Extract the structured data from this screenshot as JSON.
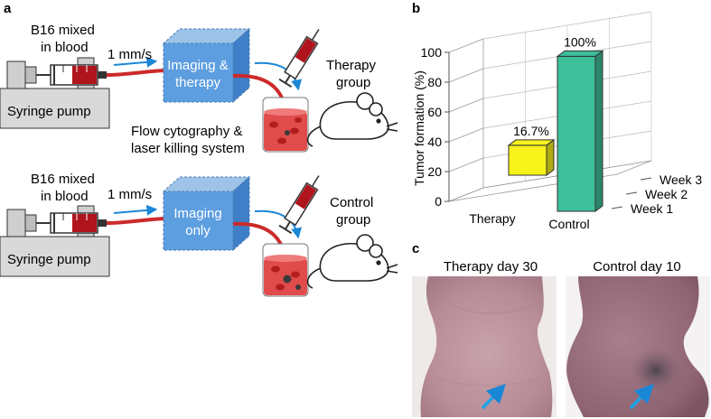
{
  "panel_a": {
    "label": "a",
    "top": {
      "sample_line1": "B16 mixed",
      "sample_line2": "in blood",
      "flow_rate": "1 mm/s",
      "pump_label": "Syringe pump",
      "box_line1": "Imaging &",
      "box_line2": "therapy",
      "group_line1": "Therapy",
      "group_line2": "group",
      "system_line1": "Flow cytography &",
      "system_line2": "laser killing system"
    },
    "bottom": {
      "sample_line1": "B16 mixed",
      "sample_line2": "in blood",
      "flow_rate": "1 mm/s",
      "pump_label": "Syringe pump",
      "box_line1": "Imaging",
      "box_line2": "only",
      "group_line1": "Control",
      "group_line2": "group"
    }
  },
  "panel_b": {
    "label": "b",
    "colors": {
      "therapy": "#f7f21a",
      "control": "#3dbf9a"
    }
  },
  "panel_c": {
    "label": "c",
    "left_title": "Therapy day 30",
    "right_title": "Control day 10",
    "arrow_color": "#1aa3e8"
  },
  "chart_data": {
    "type": "bar",
    "categories": [
      "Therapy",
      "Control"
    ],
    "depth_categories": [
      "Week 1",
      "Week 2",
      "Week 3"
    ],
    "values": [
      16.7,
      100
    ],
    "data_labels": [
      "16.7%",
      "100%"
    ],
    "ylabel": "Tumor formation (%)",
    "yticks": [
      0,
      20,
      40,
      60,
      80,
      100
    ],
    "ylim": [
      0,
      100
    ],
    "grid": true
  }
}
